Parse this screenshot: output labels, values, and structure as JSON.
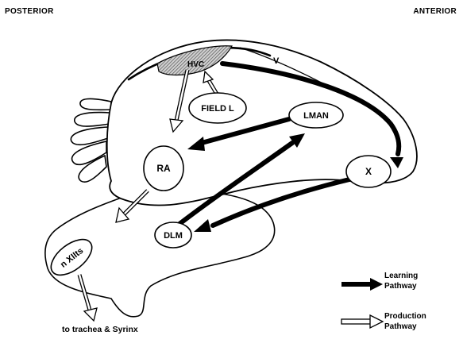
{
  "orientation": {
    "posterior": "POSTERIOR",
    "anterior": "ANTERIOR"
  },
  "nuclei": {
    "hvc": "HVC",
    "field_l": "FIELD L",
    "lman": "LMAN",
    "ra": "RA",
    "x": "X",
    "dlm": "DLM",
    "nxiits": "n XIIts"
  },
  "ventricle_label": "V",
  "output_label": "to trachea & Syrinx",
  "legend": {
    "learning": [
      "Learning",
      "Pathway"
    ],
    "production": [
      "Production",
      "Pathway"
    ]
  },
  "colors": {
    "outline": "#000000",
    "learning_arrow": "#000000",
    "production_arrow_fill": "#ffffff",
    "hvc_shading": "#8a8a8a",
    "background": "#ffffff"
  }
}
